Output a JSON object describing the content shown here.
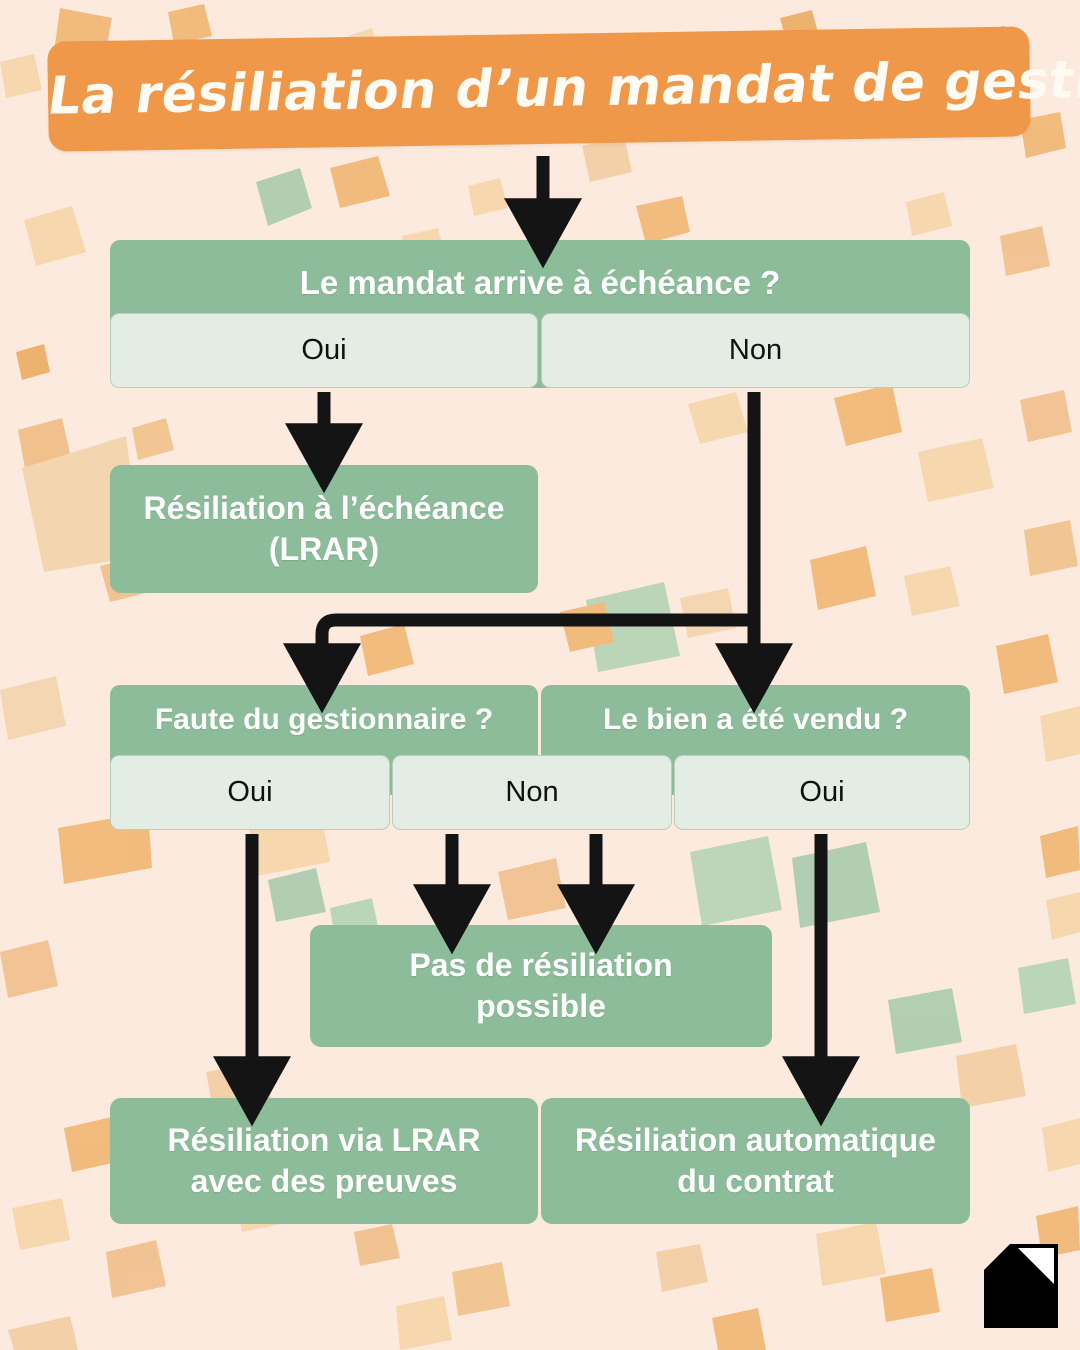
{
  "title": {
    "text": "La résiliation d’un mandat de gestion",
    "banner_color": "#ef9849",
    "text_color": "#fffaf2"
  },
  "colors": {
    "background": "#fdeade",
    "node_green": "#8cbc9a",
    "tab_green": "#e3ede4",
    "tab_border": "#b6d0bb",
    "connector": "#141414",
    "logo": "#000000"
  },
  "flow": {
    "q1": {
      "question": "Le mandat arrive à échéance ?",
      "answers": [
        {
          "label": "Oui"
        },
        {
          "label": "Non"
        }
      ]
    },
    "q1_yes_result": "Résiliation à l’échéance (LRAR)",
    "q1_yes_result_line1": "Résiliation à l’échéance",
    "q1_yes_result_line2": "(LRAR)",
    "q2": {
      "question": "Faute du gestionnaire ?"
    },
    "q3": {
      "question": "Le bien a été vendu ?"
    },
    "answers_row2": [
      {
        "label": "Oui"
      },
      {
        "label": "Non"
      },
      {
        "label": "Oui"
      }
    ],
    "no_termination": "Pas de résiliation possible",
    "no_termination_line1": "Pas de résiliation",
    "no_termination_line2": "possible",
    "result_left": "Résiliation via LRAR avec des preuves",
    "result_left_line1": "Résiliation via LRAR",
    "result_left_line2": "avec des preuves",
    "result_right": "Résiliation automatique du contrat",
    "result_right_line1": "Résiliation automatique",
    "result_right_line2": "du contrat"
  },
  "logo": {
    "name": "house-document-logo"
  }
}
